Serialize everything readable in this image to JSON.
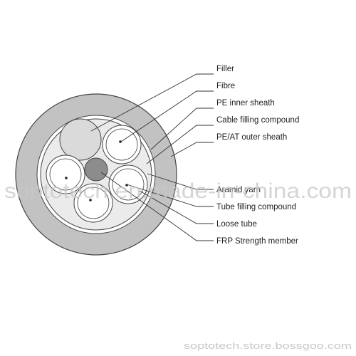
{
  "labels": {
    "filler": "Filler",
    "fibre": "Fibre",
    "pe_inner_sheath": "PE inner sheath",
    "cable_filling_compound": "Cable filling compound",
    "pe_at_outer_sheath": "PE/AT outer sheath",
    "aramid_yarn": "Aramid yarn",
    "tube_filling_compound": "Tube filling compound",
    "loose_tube": "Loose tube",
    "frp_strength_member": "FRP Strength member"
  },
  "watermarks": {
    "center": "soptotech.en.made-in-china.com",
    "bottom": "soptotech.store.bossgoo.com"
  },
  "colors": {
    "outer_sheath": "#c2c2c2",
    "inner_fill": "#ebebeb",
    "filler": "#dadada",
    "strength_member": "#8c8c8c",
    "line": "#333333"
  }
}
